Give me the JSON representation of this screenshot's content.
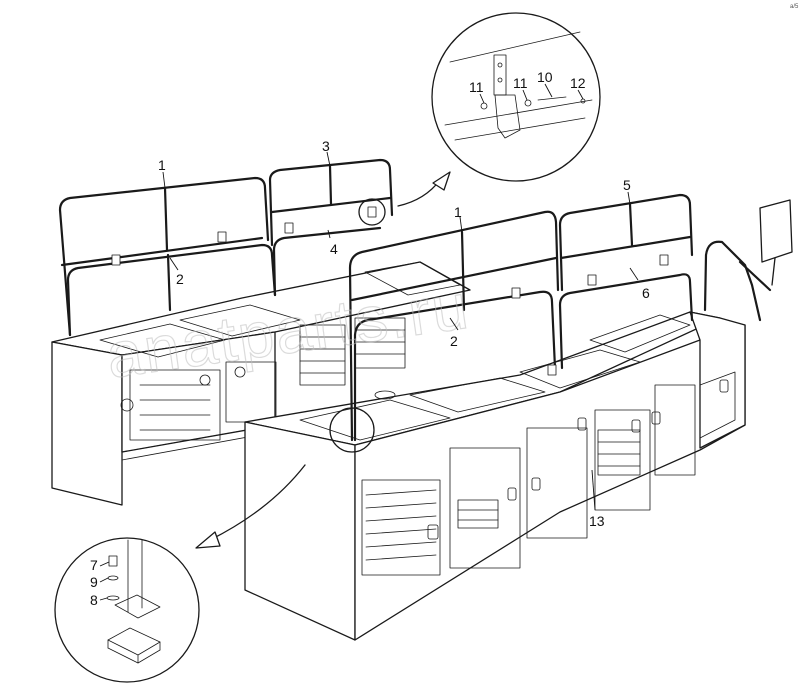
{
  "callouts": {
    "c1a": "1",
    "c2a": "2",
    "c3": "3",
    "c4": "4",
    "c1b": "1",
    "c2b": "2",
    "c5": "5",
    "c6": "6",
    "c13": "13",
    "c11a": "11",
    "c11b": "11",
    "c10": "10",
    "c12": "12",
    "c7": "7",
    "c9": "9",
    "c8": "8"
  },
  "watermark": "anatparts.ru",
  "corner_mark": "a/5"
}
